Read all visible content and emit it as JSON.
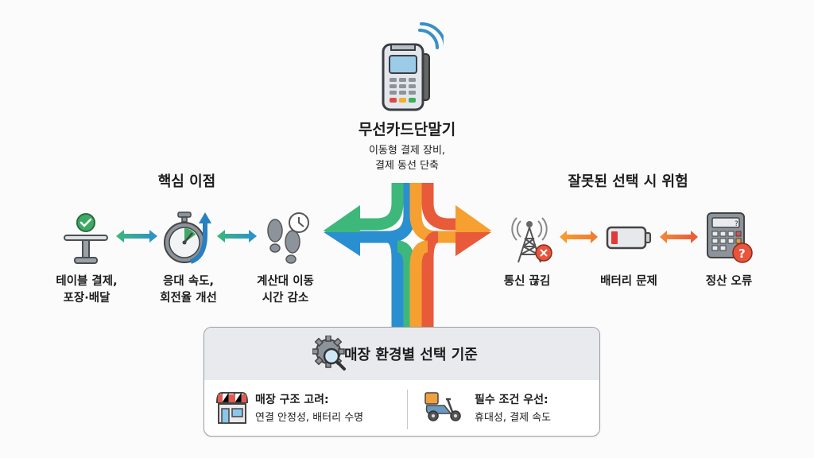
{
  "center": {
    "title": "무선카드단말기",
    "subtitle": "이동형 결제 장비,\n결제 동선 단축",
    "icon": "card-terminal-icon"
  },
  "benefits": {
    "title": "핵심 이점",
    "items": [
      {
        "label": "테이블 결제,\n포장·배달",
        "icon": "table-check-icon"
      },
      {
        "label": "응대 속도,\n회전율 개선",
        "icon": "stopwatch-icon"
      },
      {
        "label": "계산대 이동\n시간 감소",
        "icon": "footsteps-clock-icon"
      }
    ],
    "arrow_colors": [
      "#3db87a",
      "#2a8fd0"
    ]
  },
  "risks": {
    "title": "잘못된 선택 시 위험",
    "items": [
      {
        "label": "통신 끊김",
        "icon": "signal-tower-error-icon"
      },
      {
        "label": "배터리 문제",
        "icon": "low-battery-icon"
      },
      {
        "label": "정산 오류",
        "icon": "calculator-question-icon"
      }
    ],
    "arrow_colors": [
      "#f5a030",
      "#e85a3a"
    ]
  },
  "criteria": {
    "title": "매장 환경별 선택 기준",
    "icon": "gear-search-icon",
    "items": [
      {
        "heading": "매장 구조 고려:",
        "detail": "연결 안정성, 배터리 수명",
        "icon": "storefront-icon"
      },
      {
        "heading": "필수 조건 우선:",
        "detail": "휴대성, 결제 속도",
        "icon": "delivery-scooter-icon"
      }
    ]
  },
  "colors": {
    "green": "#3db87a",
    "blue": "#2a8fd0",
    "orange": "#f5a030",
    "red": "#e85a3a"
  }
}
